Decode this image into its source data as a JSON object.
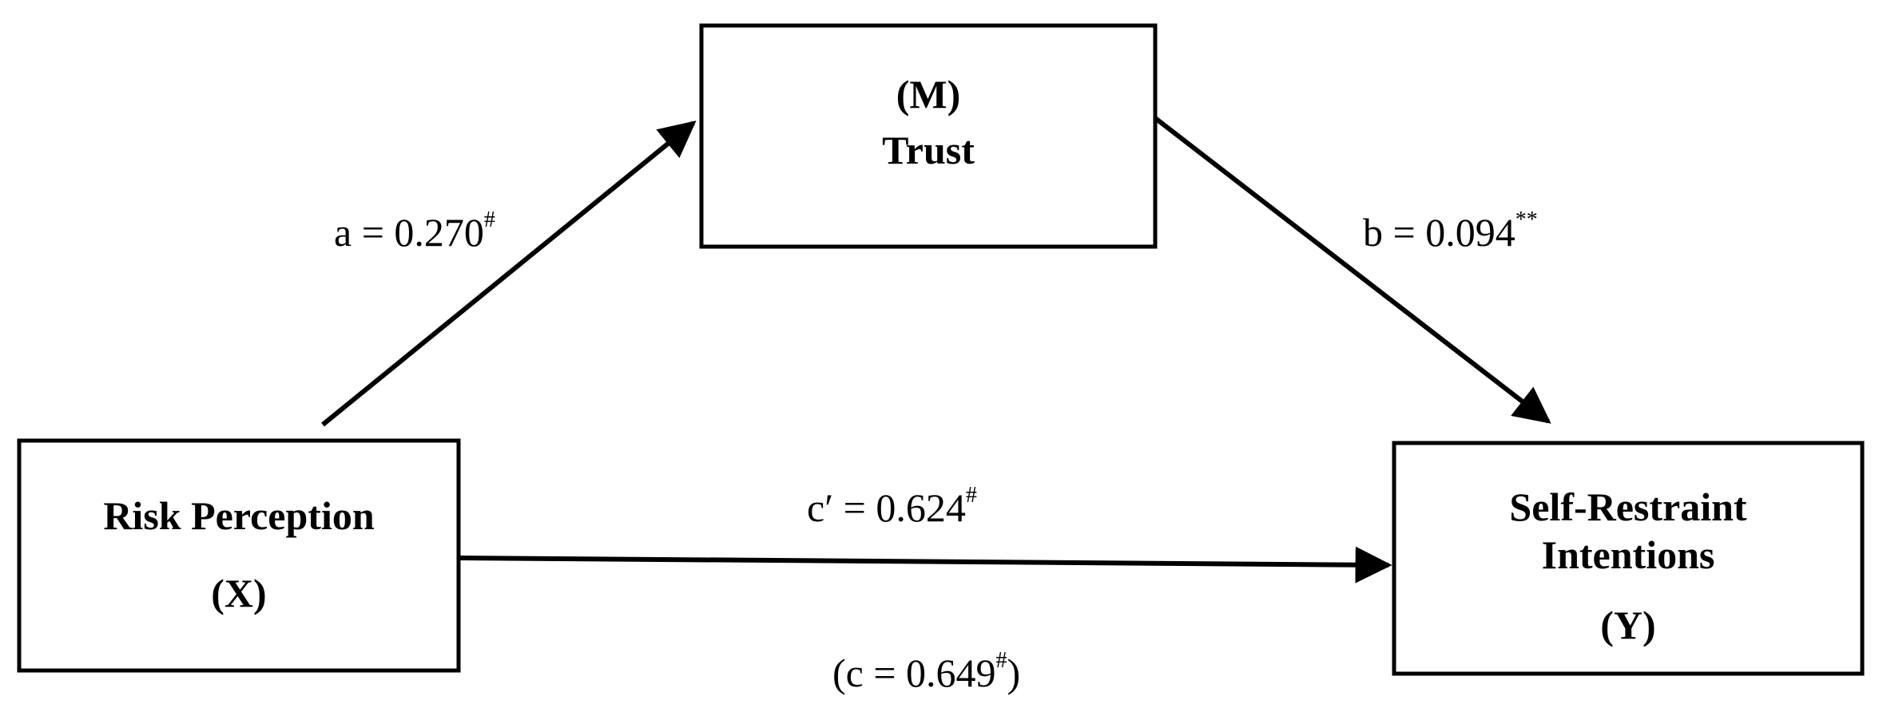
{
  "nodes": {
    "mediator": {
      "line1": "(M)",
      "line2": "Trust"
    },
    "independent": {
      "line1": "Risk Perception",
      "line2": "(X)"
    },
    "dependent": {
      "line1": "Self-Restraint",
      "line2": "Intentions",
      "line3": "(Y)"
    }
  },
  "paths": {
    "a": {
      "prefix": "a = 0.270",
      "significance": "#"
    },
    "b": {
      "prefix": "b = 0.094",
      "significance": "**"
    },
    "c_prime": {
      "prefix": "c′ = 0.624",
      "significance": "#"
    },
    "c_total": {
      "open": "(c = 0.649",
      "significance": "#",
      "close": ")"
    }
  }
}
